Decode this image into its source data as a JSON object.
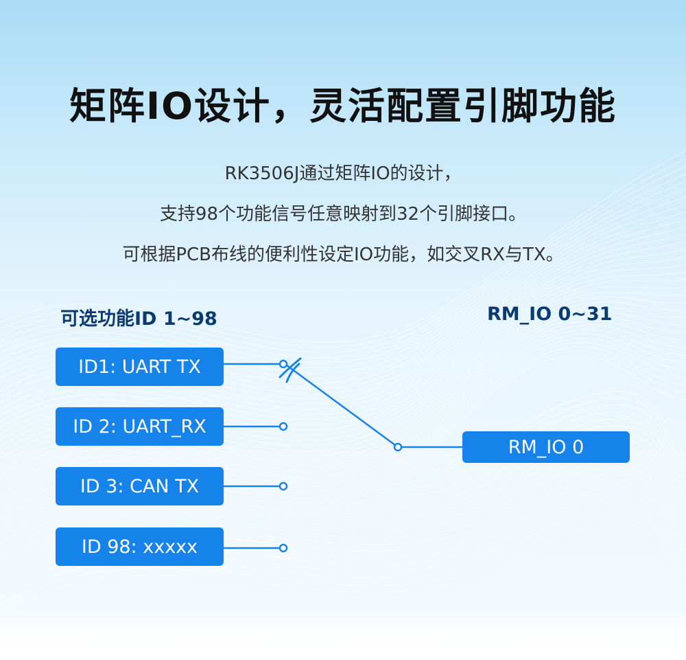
{
  "title": "矩阵IO设计，灵活配置引脚功能",
  "description": {
    "line1": "RK3506J通过矩阵IO的设计，",
    "line2": "支持98个功能信号任意映射到32个引脚接口。",
    "line3": "可根据PCB布线的便利性设定IO功能，如交叉RX与TX。"
  },
  "diagram": {
    "left_label": "可选功能ID 1~98",
    "right_label": "RM_IO 0~31",
    "functions": [
      {
        "label": "ID1: UART TX"
      },
      {
        "label": "ID 2: UART_RX"
      },
      {
        "label": "ID 3: CAN TX"
      },
      {
        "label": "ID 98: xxxxx"
      }
    ],
    "target": {
      "label": "RM_IO 0"
    },
    "colors": {
      "box": "#1583ea",
      "line": "#1583ea",
      "heading": "#0a3a73"
    }
  }
}
